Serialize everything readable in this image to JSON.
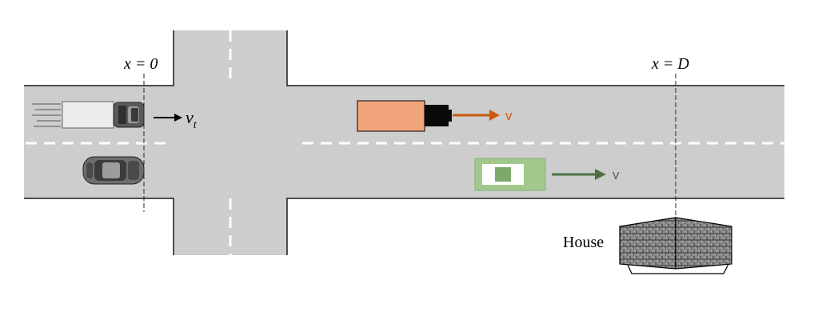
{
  "labels": {
    "x0": "x = 0",
    "xD": "x = D",
    "vt_main": "v",
    "vt_sub": "t",
    "orange_v": "v",
    "green_v": "v",
    "house": "House"
  },
  "colors": {
    "road": "#cdcdcd",
    "road_edge": "#1a1a1a",
    "lane_dash": "#ffffff",
    "orange_truck": "#f2a57a",
    "orange_arrow": "#cc5a14",
    "green_car": "#a2c88c",
    "green_arrow": "#4f6e45",
    "black": "#000000"
  }
}
